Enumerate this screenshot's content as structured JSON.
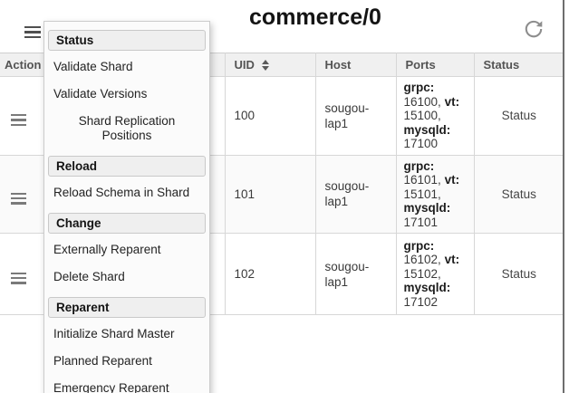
{
  "header": {
    "title": "commerce/0"
  },
  "icons": {
    "top_left": "hamburger-icon",
    "top_right": "refresh-icon",
    "uid_sort": "sort-arrows-icon",
    "row_action": "hamburger-icon"
  },
  "menu": {
    "sections": [
      {
        "header": "Status",
        "items": [
          "Validate Shard",
          "Validate Versions",
          "Shard Replication Positions"
        ]
      },
      {
        "header": "Reload",
        "items": [
          "Reload Schema in Shard"
        ]
      },
      {
        "header": "Change",
        "items": [
          "Externally Reparent",
          "Delete Shard"
        ]
      },
      {
        "header": "Reparent",
        "items": [
          "Initialize Shard Master",
          "Planned Reparent",
          "Emergency Reparent"
        ]
      }
    ]
  },
  "table": {
    "columns": [
      {
        "label": "Action",
        "sortable": false
      },
      {
        "label": "UID",
        "sortable": true
      },
      {
        "label": "Host",
        "sortable": false
      },
      {
        "label": "Ports",
        "sortable": false
      },
      {
        "label": "Status",
        "sortable": false
      }
    ],
    "rows": [
      {
        "uid": "100",
        "host": "sougou-lap1",
        "ports": [
          {
            "label": "grpc:",
            "value": "16100,"
          },
          {
            "label": "vt:",
            "value": "15100,"
          },
          {
            "label": "mysqld:",
            "value": "17100"
          }
        ],
        "status": "Status"
      },
      {
        "uid": "101",
        "host": "sougou-lap1",
        "ports": [
          {
            "label": "grpc:",
            "value": "16101,"
          },
          {
            "label": "vt:",
            "value": "15101,"
          },
          {
            "label": "mysqld:",
            "value": "17101"
          }
        ],
        "status": "Status"
      },
      {
        "uid": "102",
        "host": "sougou-lap1",
        "ports": [
          {
            "label": "grpc:",
            "value": "16102,"
          },
          {
            "label": "vt:",
            "value": "15102,"
          },
          {
            "label": "mysqld:",
            "value": "17102"
          }
        ],
        "status": "Status"
      }
    ]
  },
  "colors": {
    "table_header_bg": "#f0f0f0",
    "row_stripe_bg": "#fafafa",
    "menu_bg": "#fbfbfb",
    "icon_gray": "#757575",
    "border_gray": "#d7d7d7"
  }
}
